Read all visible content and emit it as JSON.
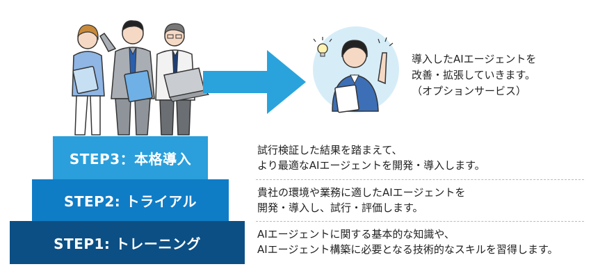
{
  "callout": {
    "lines": [
      "導入したAIエージェントを",
      "改善・拡張していきます。",
      "（オプションサービス）"
    ]
  },
  "steps": [
    {
      "label": "STEP3：本格導入",
      "desc": [
        "試行検証した結果を踏まえて、",
        "より最適なAIエージェントを開発・導入します。"
      ],
      "color": "#2a9fdb"
    },
    {
      "label": "STEP2: トライアル",
      "desc": [
        "貴社の環境や業務に適したAIエージェントを",
        "開発・導入し、試行・評価します。"
      ],
      "color": "#0f7cc6"
    },
    {
      "label": "STEP1: トレーニング",
      "desc": [
        "AIエージェントに関する基本的な知識や、",
        "AIエージェント構築に必要となる技術的なスキルを習得します。"
      ],
      "color": "#0c4f84"
    }
  ],
  "colors": {
    "arrow": "#2aa3dc",
    "circle_bg": "#d6edf8"
  },
  "icons": [
    "team-illustration",
    "right-arrow-icon",
    "consultant-illustration",
    "lightbulb-icon"
  ]
}
